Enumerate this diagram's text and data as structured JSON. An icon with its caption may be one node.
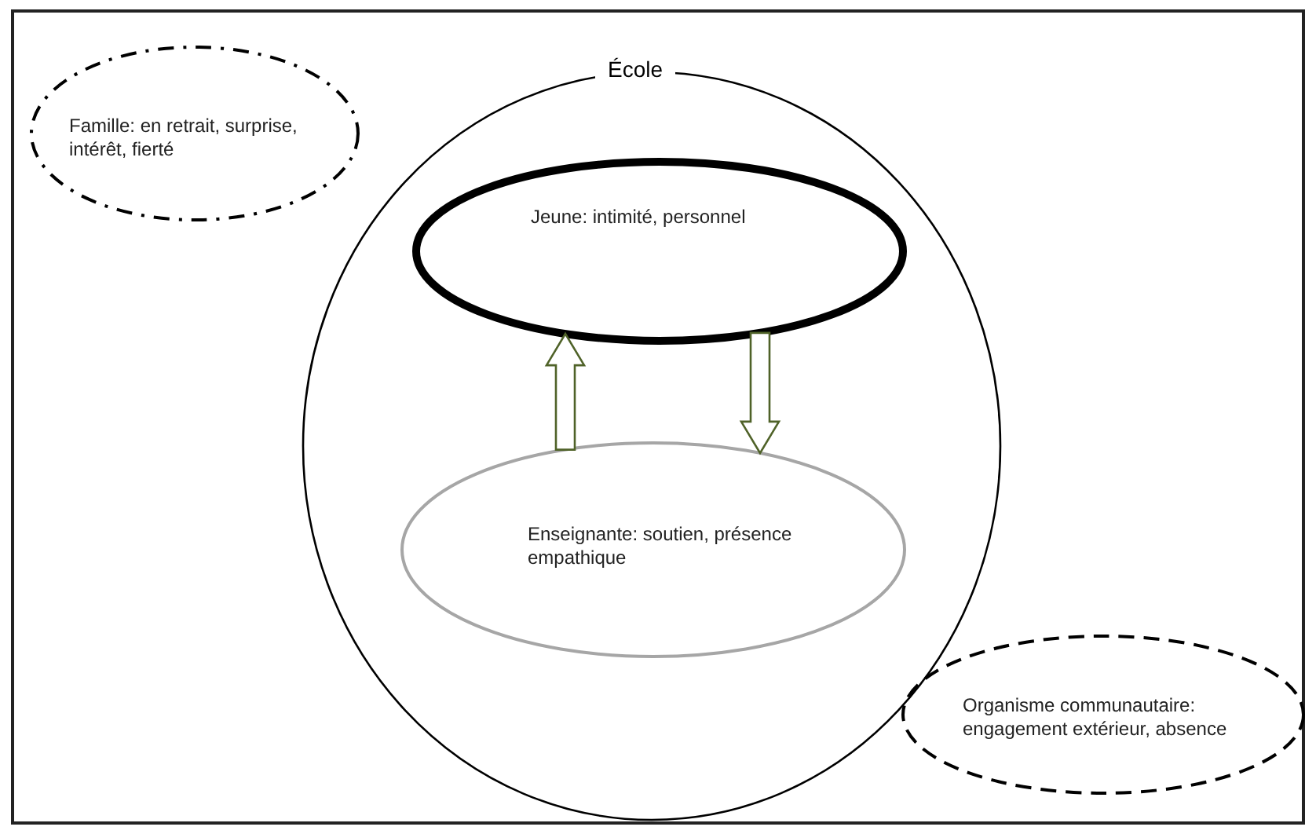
{
  "diagram": {
    "nodes": [
      {
        "text": [
          "École"
        ]
      },
      {
        "text": [
          "Famille: en retrait, surprise, intérêt, fierté"
        ]
      },
      {
        "text": [
          "Jeune: intimité, personnel"
        ],
        "in": 0
      },
      {
        "text": [
          "Enseignante: soutien, présence empathique"
        ],
        "in": 0
      },
      {
        "text": [
          "Organisme  communautaire: engagement extérieur, absence"
        ]
      }
    ],
    "edges": [
      {
        "from": 3,
        "to": 2,
        "arrow": "to",
        "color": "#4f6228"
      },
      {
        "from": 2,
        "to": 3,
        "arrow": "to",
        "color": "#4f6228"
      }
    ]
  }
}
